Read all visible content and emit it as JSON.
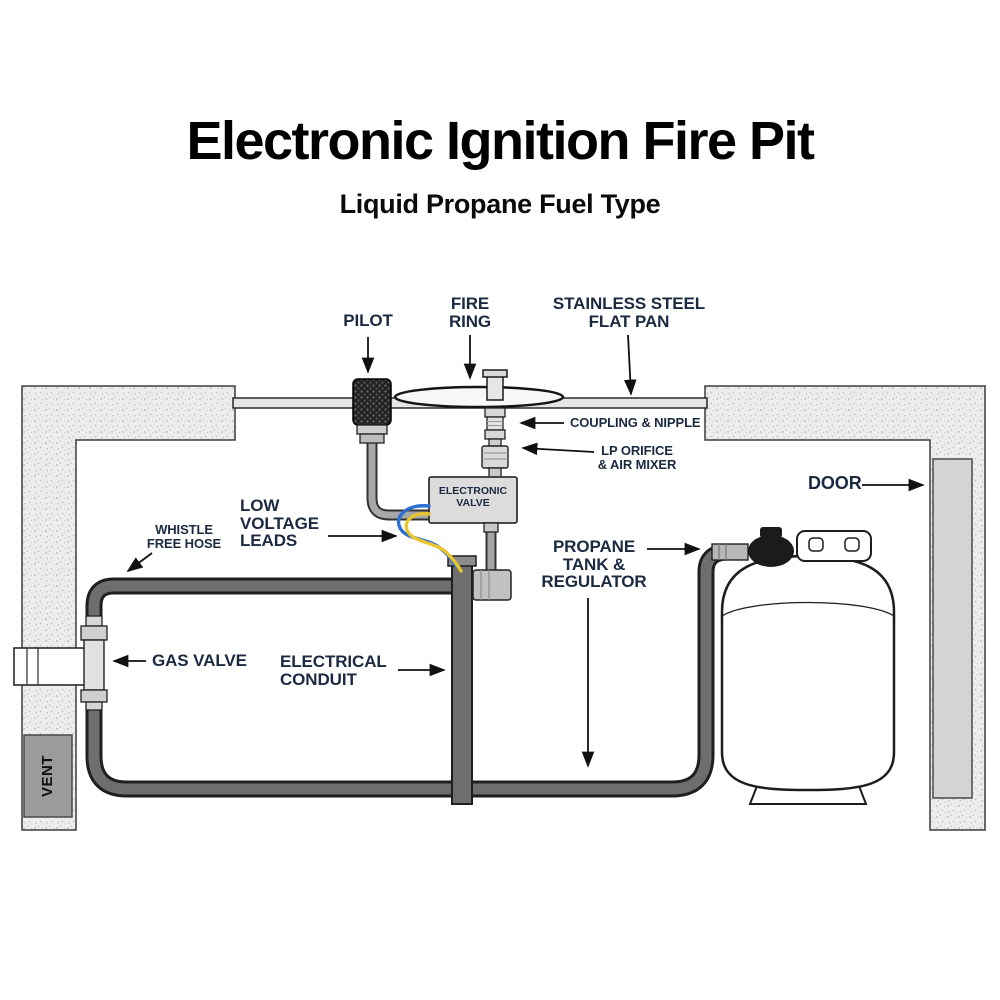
{
  "header": {
    "title": "Electronic Ignition Fire Pit",
    "subtitle": "Liquid Propane Fuel Type"
  },
  "labels": {
    "pilot": "PILOT",
    "fire_ring": "FIRE\nRING",
    "flat_pan": "STAINLESS STEEL\nFLAT PAN",
    "coupling": "COUPLING & NIPPLE",
    "lp_orifice": "LP ORIFICE\n& AIR MIXER",
    "door": "DOOR",
    "low_voltage": "LOW\nVOLTAGE\nLEADS",
    "whistle_hose": "WHISTLE\nFREE HOSE",
    "gas_valve": "GAS VALVE",
    "electrical_conduit": "ELECTRICAL\nCONDUIT",
    "propane_tank": "PROPANE\nTANK &\nREGULATOR",
    "electronic_valve": "ELECTRONIC\nVALVE",
    "vent": "VENT"
  },
  "colors": {
    "title_text": "#000000",
    "label_text": "#1b2a41",
    "wire_blue": "#2e6fd1",
    "wire_yellow": "#e9c62e",
    "hose_dark": "#6e6e6e",
    "wall_fill": "#ededed",
    "valve_box_fill": "#dcdcdc"
  }
}
